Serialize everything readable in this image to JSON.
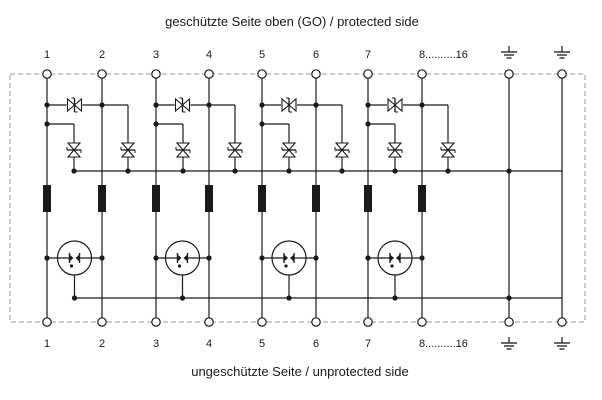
{
  "top_caption": "geschützte Seite oben (GO) / protected side",
  "bottom_caption": "ungeschützte Seite / unprotected side",
  "top_terminals": [
    "1",
    "2",
    "3",
    "4",
    "5",
    "6",
    "7",
    "8..........16"
  ],
  "bottom_terminals": [
    "1",
    "2",
    "3",
    "4",
    "5",
    "6",
    "7",
    "8..........16"
  ],
  "ground_symbols": [
    "ground-icon",
    "ground-icon"
  ],
  "colors": {
    "line": "#1a1a1a",
    "frame": "#9a9a9a",
    "text": "#1a1a1a"
  }
}
